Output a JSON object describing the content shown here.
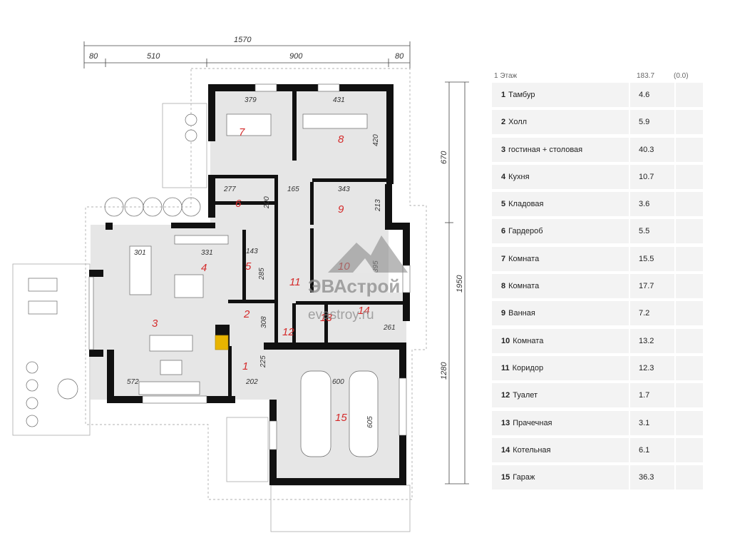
{
  "floor": {
    "label": "1 Этаж",
    "total": "183.7",
    "extra": "(0.0)"
  },
  "rooms": [
    {
      "num": "1",
      "name": "Тамбур",
      "area": "4.6"
    },
    {
      "num": "2",
      "name": "Холл",
      "area": "5.9"
    },
    {
      "num": "3",
      "name": "гостиная + столовая",
      "area": "40.3"
    },
    {
      "num": "4",
      "name": "Кухня",
      "area": "10.7"
    },
    {
      "num": "5",
      "name": "Кладовая",
      "area": "3.6"
    },
    {
      "num": "6",
      "name": "Гардероб",
      "area": "5.5"
    },
    {
      "num": "7",
      "name": "Комната",
      "area": "15.5"
    },
    {
      "num": "8",
      "name": "Комната",
      "area": "17.7"
    },
    {
      "num": "9",
      "name": "Ванная",
      "area": "7.2"
    },
    {
      "num": "10",
      "name": "Комната",
      "area": "13.2"
    },
    {
      "num": "11",
      "name": "Коридор",
      "area": "12.3"
    },
    {
      "num": "12",
      "name": "Туалет",
      "area": "1.7"
    },
    {
      "num": "13",
      "name": "Прачечная",
      "area": "3.1"
    },
    {
      "num": "14",
      "name": "Котельная",
      "area": "6.1"
    },
    {
      "num": "15",
      "name": "Гараж",
      "area": "36.3"
    }
  ],
  "dimensions": {
    "total_width": "1570",
    "seg_1": "80",
    "seg_2": "510",
    "seg_3": "900",
    "seg_4": "80",
    "right_1": "670",
    "right_total": "1950",
    "right_2": "1280"
  },
  "room_dims": {
    "d379": "379",
    "d431": "431",
    "d420": "420",
    "d277": "277",
    "d165": "165",
    "d343": "343",
    "d200": "200",
    "d213": "213",
    "d301": "301",
    "d331": "331",
    "d143": "143",
    "d285": "285",
    "d395": "395",
    "d308": "308",
    "d261": "261",
    "d572": "572",
    "d202": "202",
    "d225": "225",
    "d600": "600",
    "d605": "605"
  },
  "watermark": {
    "brand": "ЭВАстрой",
    "site": "evastroy.ru"
  },
  "colors": {
    "wall": "#111111",
    "floor": "#e6e6e6",
    "label": "#d42a2a",
    "row_bg": "#f3f3f3"
  }
}
